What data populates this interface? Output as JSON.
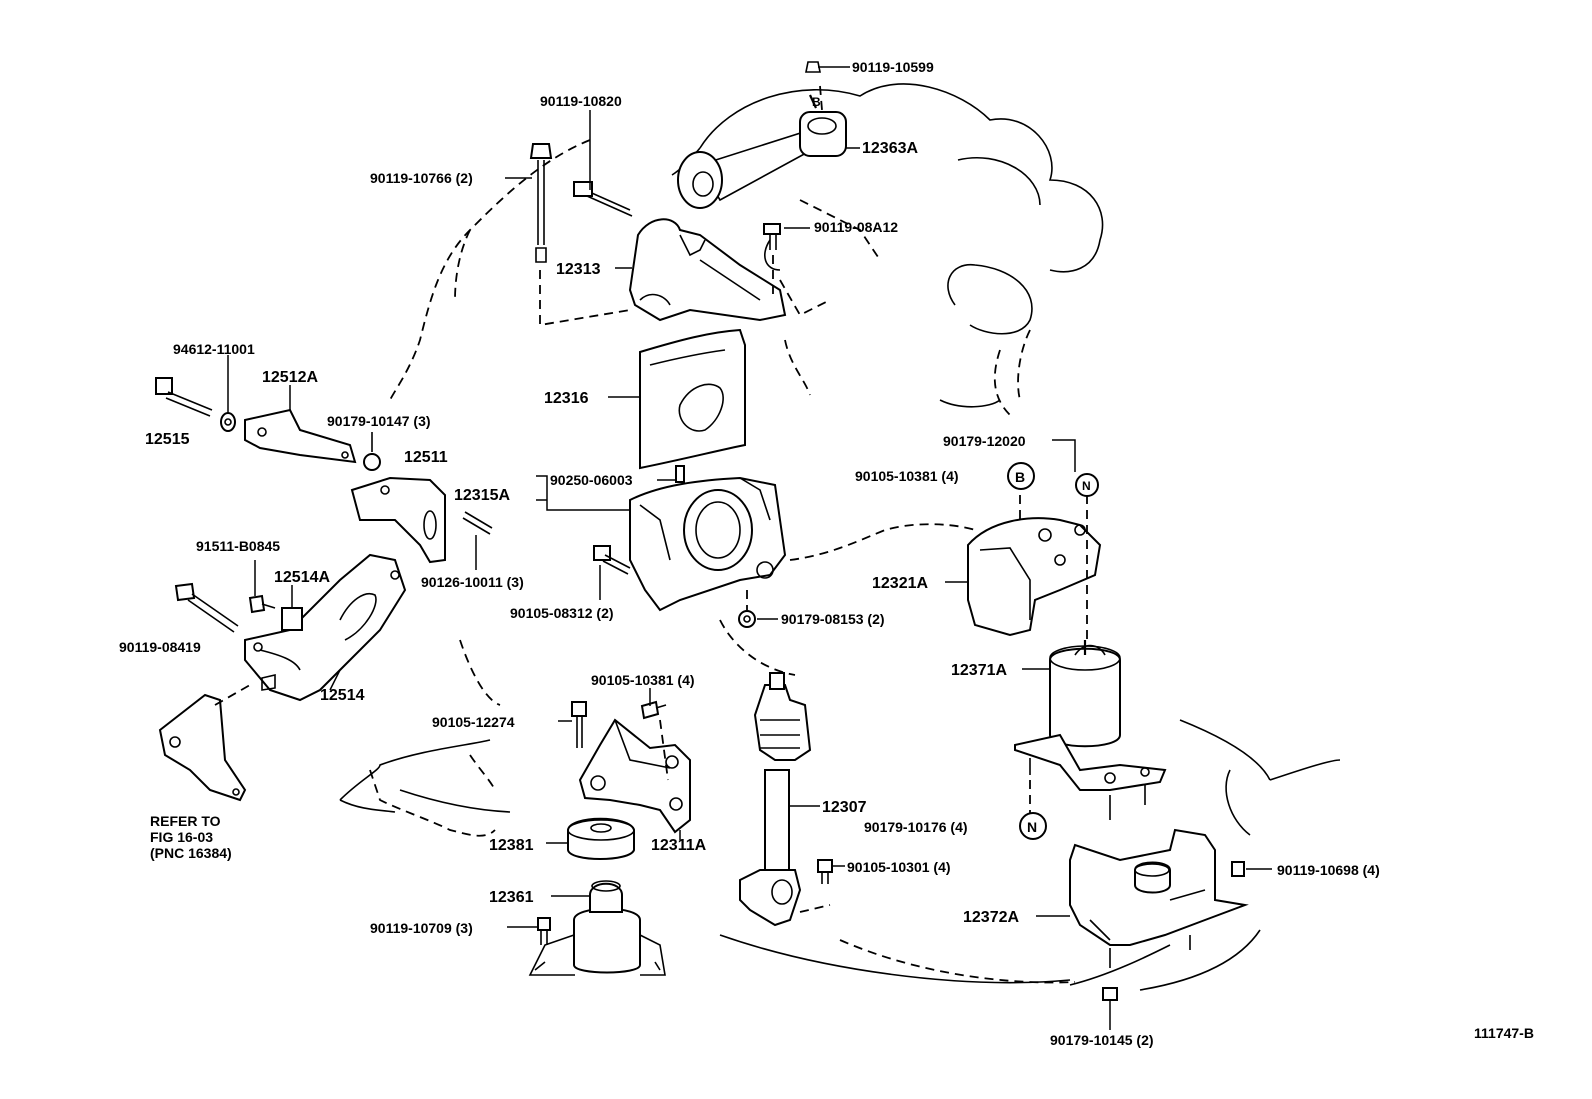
{
  "labels": {
    "p90119_10599": "90119-10599",
    "p90119_10820": "90119-10820",
    "p12363A": "12363A",
    "p90119_10766": "90119-10766 (2)",
    "p90119_08A12": "90119-08A12",
    "p12313": "12313",
    "p94612_11001": "94612-11001",
    "p12512A": "12512A",
    "p90179_10147": "90179-10147 (3)",
    "p12515": "12515",
    "p12316": "12316",
    "p12511": "12511",
    "p12315A": "12315A",
    "p90250_06003": "90250-06003",
    "p90179_12020": "90179-12020",
    "p90105_10381a": "90105-10381 (4)",
    "p91511_B0845": "91511-B0845",
    "p12514A": "12514A",
    "p90126_10011": "90126-10011 (3)",
    "p90105_08312": "90105-08312 (2)",
    "p90179_08153": "90179-08153 (2)",
    "p12321A": "12321A",
    "p90119_08419": "90119-08419",
    "p12514": "12514",
    "p12371A": "12371A",
    "p90105_10381b": "90105-10381 (4)",
    "p90105_12274": "90105-12274",
    "p12307": "12307",
    "p90179_10176": "90179-10176 (4)",
    "p12381": "12381",
    "p12311A": "12311A",
    "p90105_10301": "90105-10301 (4)",
    "p90119_10698": "90119-10698 (4)",
    "p12361": "12361",
    "p90119_10709": "90119-10709 (3)",
    "p12372A": "12372A",
    "p90179_10145": "90179-10145 (2)",
    "refer1": "REFER TO",
    "refer2": "FIG 16-03",
    "refer3": "(PNC 16384)",
    "markerB1": "B",
    "markerB2": "B",
    "markerN1": "N",
    "markerN2": "N",
    "figure_id": "111747-B"
  }
}
